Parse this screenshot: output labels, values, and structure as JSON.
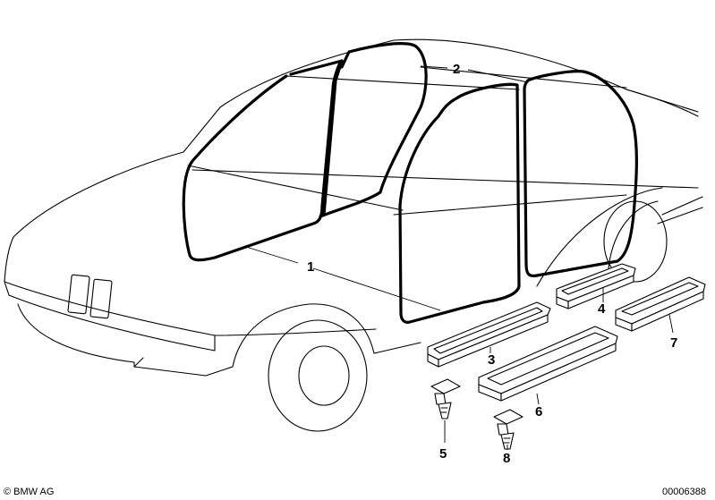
{
  "callouts": {
    "c1": "1",
    "c2": "2",
    "c3": "3",
    "c4": "4",
    "c5": "5",
    "c6": "6",
    "c7": "7",
    "c8": "8"
  },
  "footer": {
    "copyright": "© BMW AG",
    "diagram_number": "00006388"
  }
}
